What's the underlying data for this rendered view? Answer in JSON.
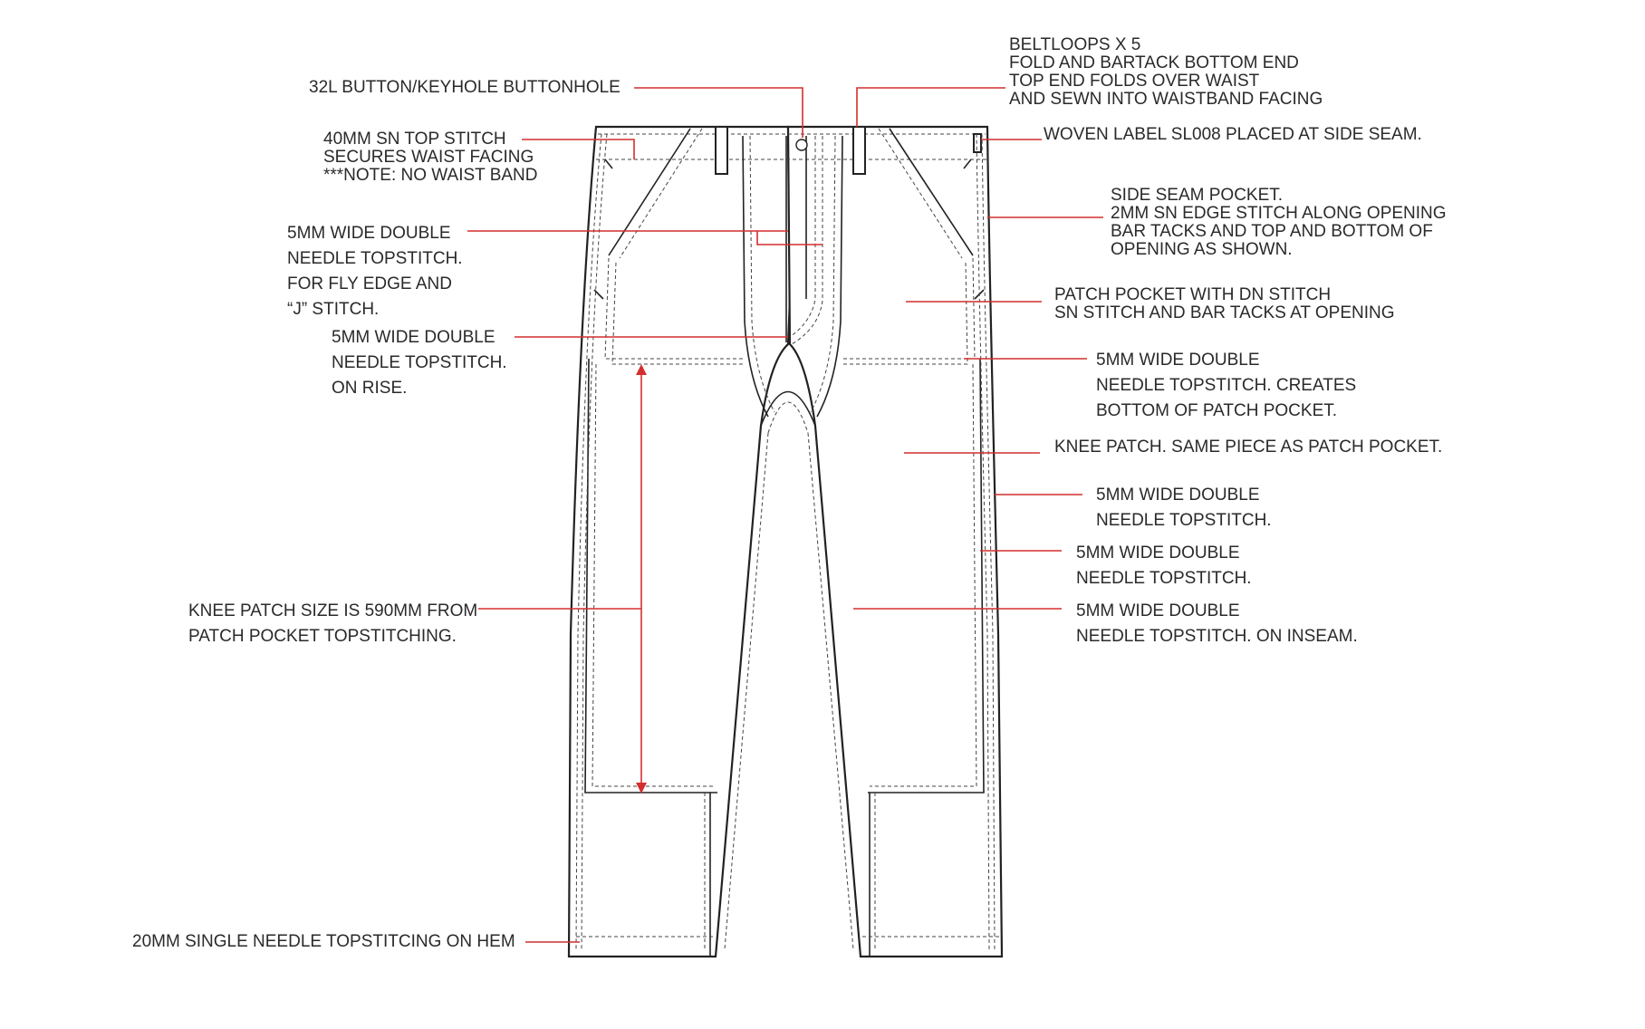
{
  "callouts": {
    "button": [
      "32L BUTTON/KEYHOLE BUTTONHOLE"
    ],
    "beltloops": [
      "BELTLOOPS X 5",
      "FOLD AND BARTACK BOTTOM END",
      "TOP END FOLDS OVER WAIST",
      "AND SEWN INTO WAISTBAND FACING"
    ],
    "waist": [
      "40MM SN TOP STITCH",
      "SECURES WAIST FACING",
      "***NOTE: NO WAIST BAND"
    ],
    "woven_label": [
      "WOVEN LABEL SL008 PLACED AT SIDE SEAM."
    ],
    "side_pocket": [
      "SIDE SEAM POCKET.",
      "2MM SN EDGE STITCH ALONG OPENING",
      "BAR TACKS AND TOP AND BOTTOM OF",
      "OPENING AS SHOWN."
    ],
    "fly": [
      "5MM WIDE DOUBLE",
      "NEEDLE TOPSTITCH.",
      "FOR FLY EDGE AND",
      "“J” STITCH."
    ],
    "patch_pocket": [
      "PATCH POCKET WITH DN STITCH",
      "SN STITCH AND BAR TACKS AT OPENING"
    ],
    "rise": [
      "5MM WIDE DOUBLE",
      "NEEDLE TOPSTITCH.",
      "ON RISE."
    ],
    "patch_bottom": [
      "5MM WIDE DOUBLE",
      "NEEDLE TOPSTITCH. CREATES",
      "BOTTOM OF PATCH POCKET."
    ],
    "knee_patch": [
      "KNEE PATCH. SAME PIECE AS PATCH POCKET."
    ],
    "outseam": [
      "5MM WIDE DOUBLE",
      "NEEDLE TOPSTITCH."
    ],
    "knee_seam": [
      "5MM WIDE DOUBLE",
      "NEEDLE TOPSTITCH."
    ],
    "knee_size": [
      "KNEE PATCH SIZE IS 590MM FROM",
      "PATCH POCKET TOPSTITCHING."
    ],
    "inseam": [
      "5MM WIDE DOUBLE",
      "NEEDLE TOPSTITCH. ON INSEAM."
    ],
    "hem": [
      "20MM  SINGLE NEEDLE TOPSTITCING ON HEM"
    ]
  },
  "colors": {
    "leader": "#d32f2f",
    "text": "#2a2a2a",
    "garment": "#222222"
  }
}
